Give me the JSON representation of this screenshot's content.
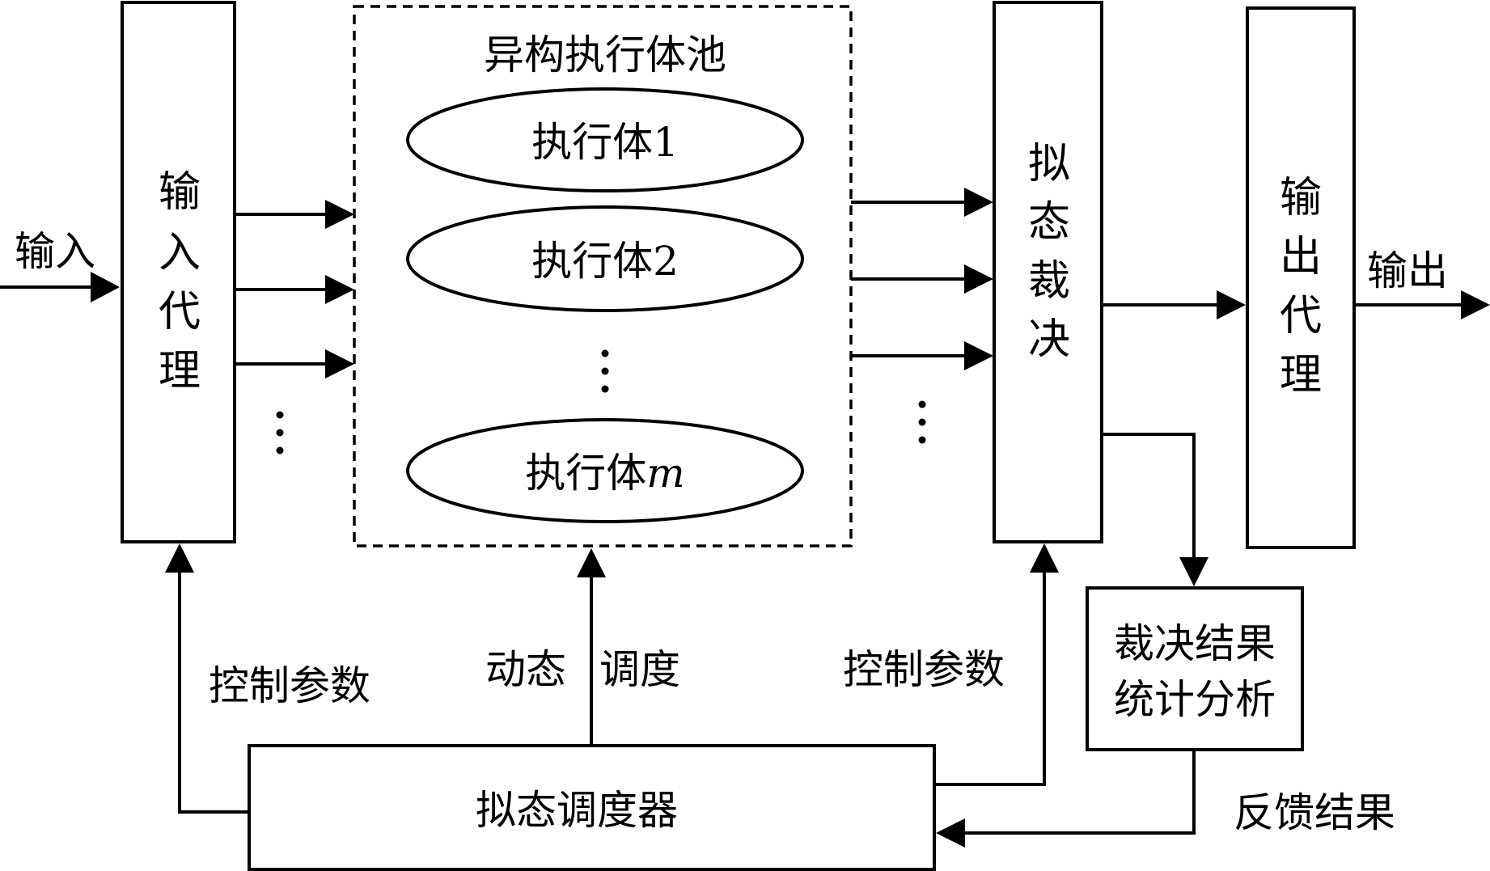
{
  "input_label": "输入",
  "output_label": "输出",
  "input_proxy": [
    "输",
    "入",
    "代",
    "理"
  ],
  "output_proxy": [
    "输",
    "出",
    "代",
    "理"
  ],
  "mimic_vote": [
    "拟",
    "态",
    "裁",
    "决"
  ],
  "pool": {
    "title": "异构执行体池",
    "executors": [
      {
        "prefix": "执行体",
        "suffix": "1",
        "italic": false
      },
      {
        "prefix": "执行体",
        "suffix": "2",
        "italic": false
      },
      {
        "prefix": "执行体",
        "suffix": "m",
        "italic": true
      }
    ]
  },
  "stats_box": [
    "裁决结果",
    "统计分析"
  ],
  "scheduler": "拟态调度器",
  "labels": {
    "control_params_left": "控制参数",
    "dynamic": "动态",
    "schedule": "调度",
    "control_params_right": "控制参数",
    "feedback": "反馈结果"
  }
}
